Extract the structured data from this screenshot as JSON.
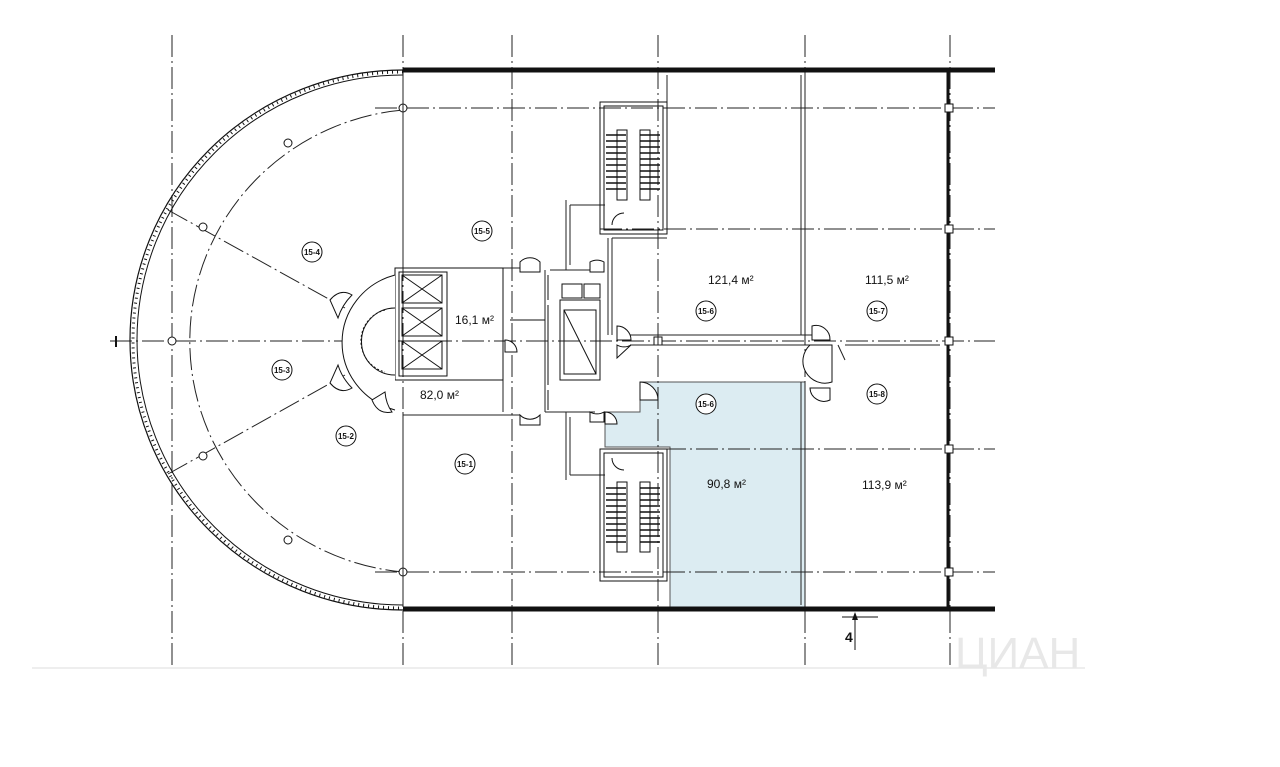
{
  "plan": {
    "units": [
      {
        "id": "15-1",
        "area": ""
      },
      {
        "id": "15-2",
        "area": ""
      },
      {
        "id": "15-3",
        "area": "82,0 м²"
      },
      {
        "id": "15-4",
        "area": ""
      },
      {
        "id": "15-5",
        "area": ""
      },
      {
        "id": "15-6",
        "area": "121,4 м²"
      },
      {
        "id": "15-6",
        "area": "90,8 м²",
        "highlighted": true
      },
      {
        "id": "15-7",
        "area": "111,5 м²"
      },
      {
        "id": "15-8",
        "area": "113,9 м²"
      }
    ],
    "elevator_area": "16,1 м²",
    "axis_marker": "4",
    "highlight_color": "#dcecf2",
    "watermark": "ЦИАН"
  }
}
